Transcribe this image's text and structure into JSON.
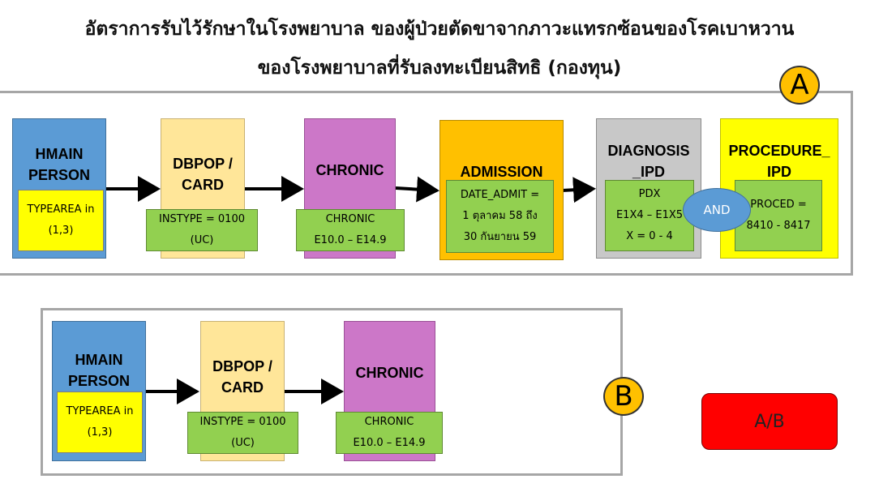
{
  "title": {
    "line1": "อัตราการรับไว้รักษาในโรงพยาบาล ของผู้ป่วยตัดขาจากภาวะแทรกซ้อนของโรคเบาหวาน",
    "line2": "ของโรงพยาบาลที่รับลงทะเบียนสิทธิ (กองทุน)"
  },
  "sectionA": {
    "badge": "A",
    "hmain": {
      "label": "HMAIN\nPERSON",
      "inner": "TYPEAREA in\n(1,3)"
    },
    "dbpop": {
      "label": "DBPOP /\nCARD",
      "inner": "INSTYPE = 0100\n(UC)"
    },
    "chronic": {
      "label": "CHRONIC",
      "inner": "CHRONIC\nE10.0 – E14.9"
    },
    "admission": {
      "label": "ADMISSION",
      "inner": "DATE_ADMIT =\n1 ตุลาคม 58 ถึง\n30 กันยายน 59"
    },
    "diagnosis": {
      "label": "DIAGNOSIS\n_IPD",
      "inner": "PDX\nE1X4 – E1X5\nX = 0 - 4"
    },
    "and_label": "AND",
    "procedure": {
      "label": "PROCEDURE_\nIPD",
      "inner": "PROCED =\n8410 - 8417"
    }
  },
  "sectionB": {
    "badge": "B",
    "hmain": {
      "label": "HMAIN\nPERSON",
      "inner": "TYPEAREA in\n(1,3)"
    },
    "dbpop": {
      "label": "DBPOP /\nCARD",
      "inner": "INSTYPE = 0100\n(UC)"
    },
    "chronic": {
      "label": "CHRONIC",
      "inner": "CHRONIC\nE10.0 – E14.9"
    }
  },
  "ratio_box": "A/B",
  "colors": {
    "hmain": "#5b9bd5",
    "dbpop": "#ffe699",
    "chronic": "#cc77c8",
    "admission": "#ffc000",
    "diagnosis": "#c8c8c8",
    "procedure": "#ffff00",
    "inner_green": "#92d050",
    "badge": "#ffc000",
    "and_pill": "#5b9bd5",
    "ratio": "#ff0000"
  }
}
